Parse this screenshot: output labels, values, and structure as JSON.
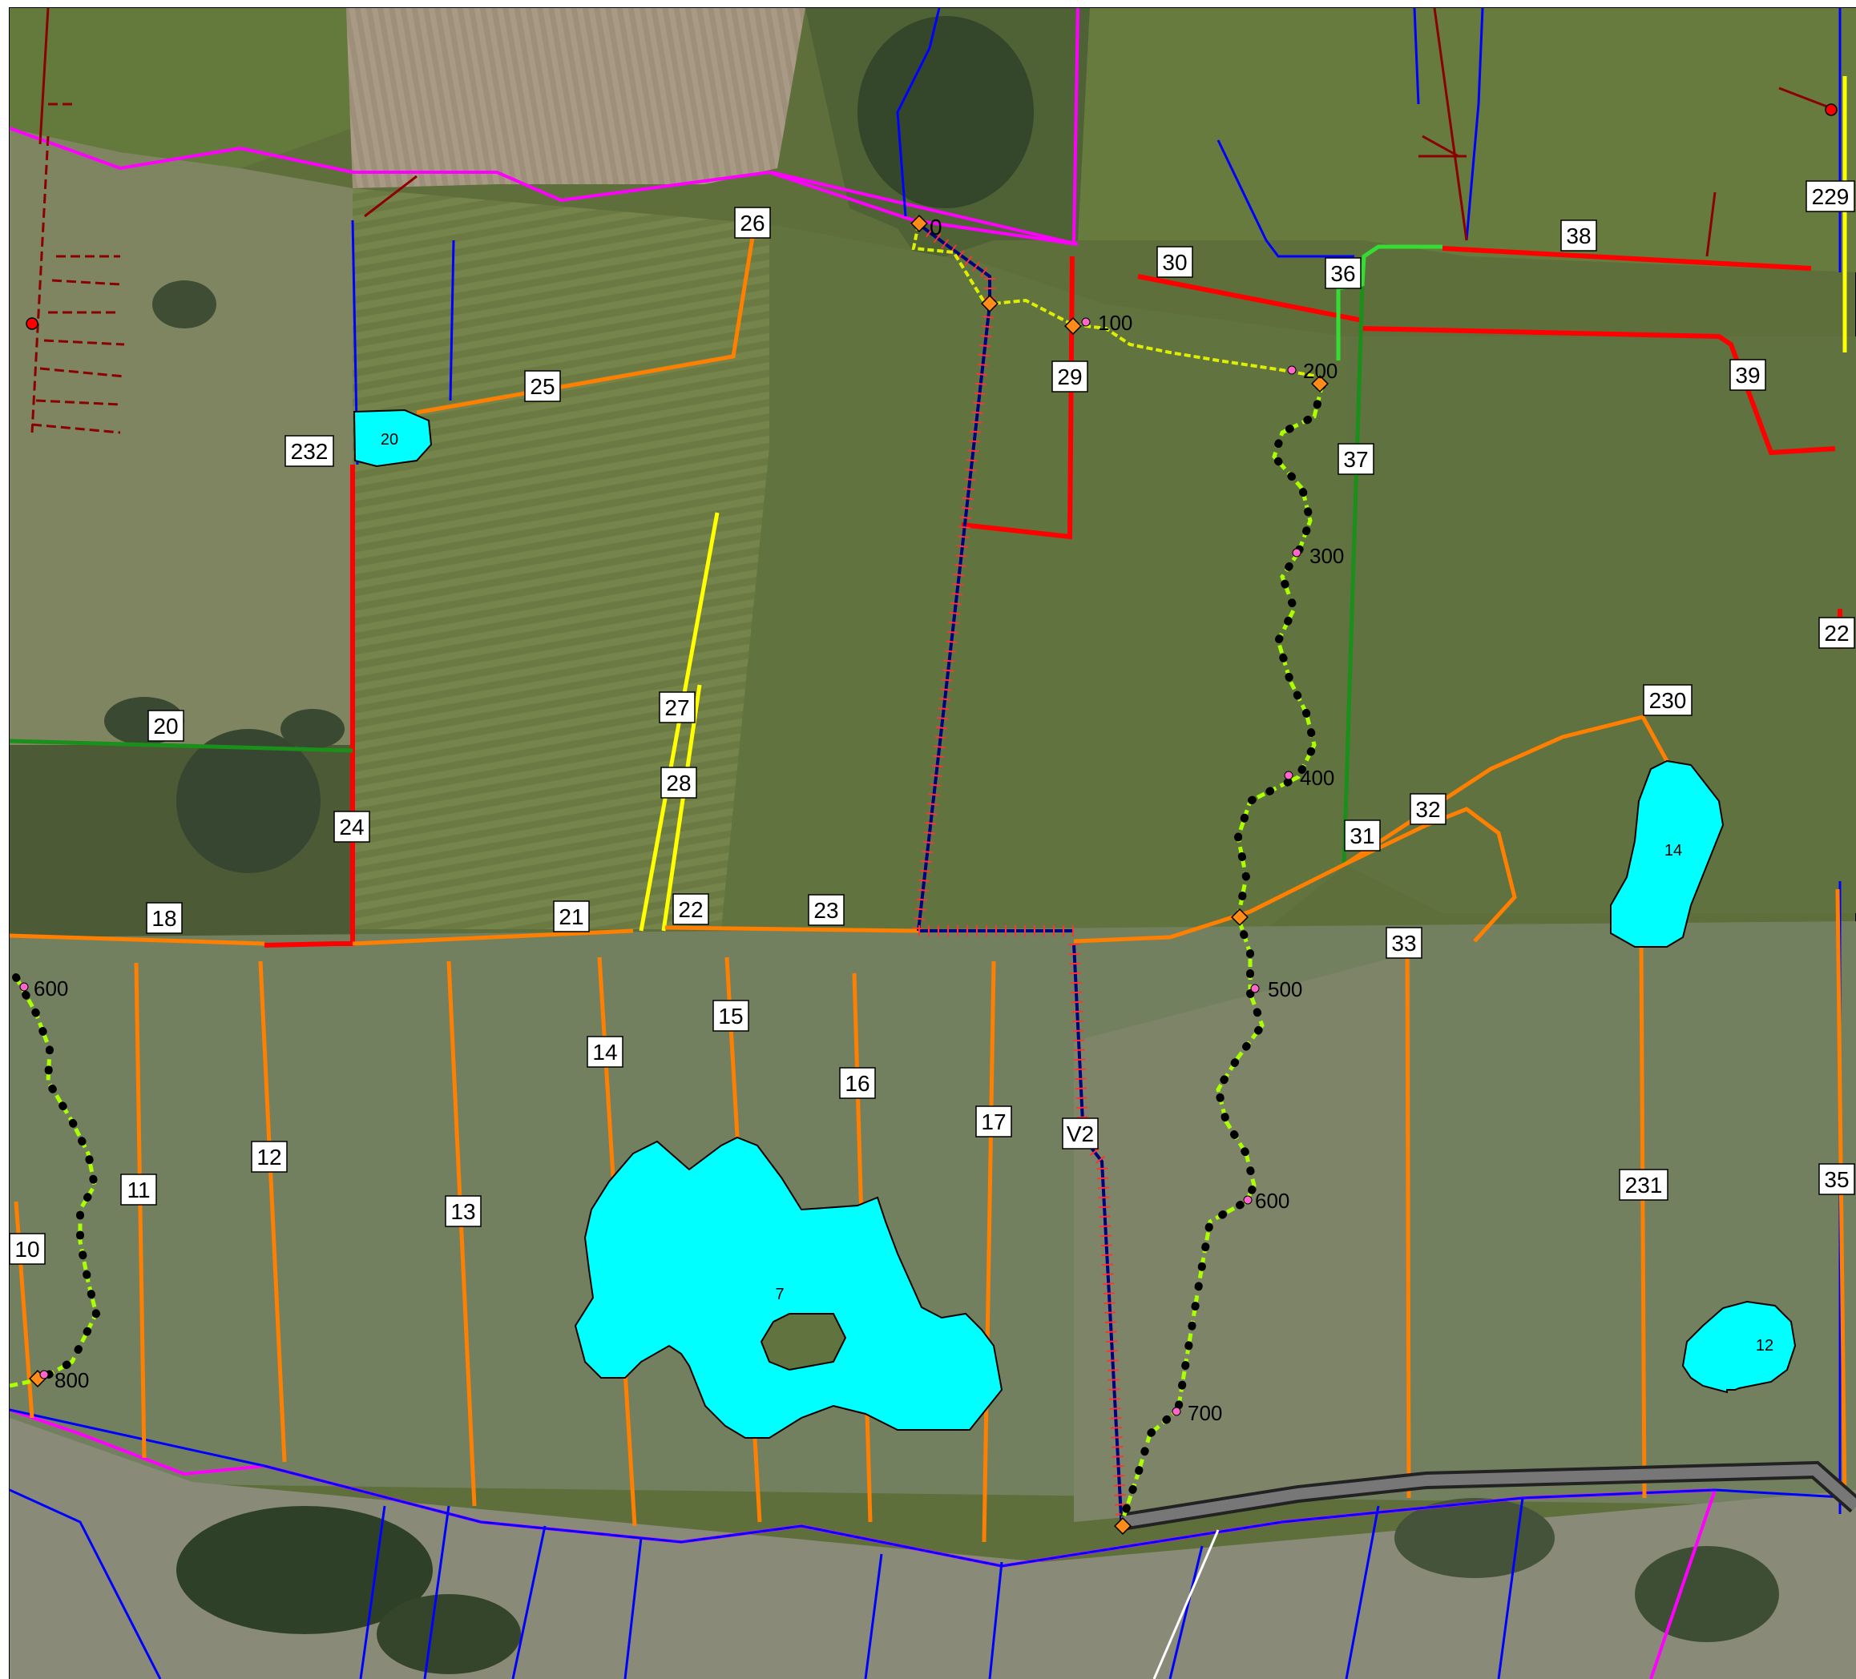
{
  "colors": {
    "meadow": "#5f6f3c",
    "meadow_dark": "#4e5e30",
    "field_light": "#6d7c45",
    "crop_green": "#63763a",
    "plowed": "#a89a84",
    "dry_meadow": "#8d8d6a",
    "shrub": "#34442a",
    "water": "#00ffff",
    "boundary": "#ff00ff",
    "ditch": "#0000ff",
    "red": "#ff0000",
    "orange": "#ff7f00",
    "yellow": "#ffff00",
    "dark_green": "#1a8f1a",
    "light_green": "#33dd33",
    "dark_red": "#8b0000",
    "route": "#aaff00",
    "black": "#000000",
    "label_bg": "#ffffff"
  },
  "ditch_labels": [
    {
      "id": "d0",
      "text": "0"
    },
    {
      "id": "d26",
      "text": "26"
    },
    {
      "id": "d30",
      "text": "30"
    },
    {
      "id": "d36",
      "text": "36"
    },
    {
      "id": "d38",
      "text": "38"
    },
    {
      "id": "d229",
      "text": "229"
    },
    {
      "id": "d25",
      "text": "25"
    },
    {
      "id": "d29",
      "text": "29"
    },
    {
      "id": "d39",
      "text": "39"
    },
    {
      "id": "d232",
      "text": "232"
    },
    {
      "id": "d37",
      "text": "37"
    },
    {
      "id": "d22r",
      "text": "22"
    },
    {
      "id": "d230",
      "text": "230"
    },
    {
      "id": "d27",
      "text": "27"
    },
    {
      "id": "d20",
      "text": "20"
    },
    {
      "id": "d28",
      "text": "28"
    },
    {
      "id": "d32",
      "text": "32"
    },
    {
      "id": "d24",
      "text": "24"
    },
    {
      "id": "d31",
      "text": "31"
    },
    {
      "id": "d18",
      "text": "18"
    },
    {
      "id": "d21",
      "text": "21"
    },
    {
      "id": "d22",
      "text": "22"
    },
    {
      "id": "d23",
      "text": "23"
    },
    {
      "id": "d33",
      "text": "33"
    },
    {
      "id": "d15",
      "text": "15"
    },
    {
      "id": "d14",
      "text": "14"
    },
    {
      "id": "d16",
      "text": "16"
    },
    {
      "id": "d17",
      "text": "17"
    },
    {
      "id": "dV2",
      "text": "V2"
    },
    {
      "id": "d12",
      "text": "12"
    },
    {
      "id": "d11",
      "text": "11"
    },
    {
      "id": "d13",
      "text": "13"
    },
    {
      "id": "d231",
      "text": "231"
    },
    {
      "id": "d35",
      "text": "35"
    },
    {
      "id": "d10",
      "text": "10"
    }
  ],
  "chainage_labels": [
    {
      "id": "k100",
      "text": "100"
    },
    {
      "id": "k200",
      "text": "200"
    },
    {
      "id": "k300",
      "text": "300"
    },
    {
      "id": "k400",
      "text": "400"
    },
    {
      "id": "k500",
      "text": "500"
    },
    {
      "id": "k600",
      "text": "600"
    },
    {
      "id": "k700",
      "text": "700"
    },
    {
      "id": "k600w",
      "text": "600"
    },
    {
      "id": "k800w",
      "text": "800"
    }
  ],
  "water_polygons": [
    {
      "id": "p20",
      "text": "20"
    },
    {
      "id": "p14",
      "text": "14"
    },
    {
      "id": "p7",
      "text": "7"
    },
    {
      "id": "p12",
      "text": "12"
    }
  ]
}
